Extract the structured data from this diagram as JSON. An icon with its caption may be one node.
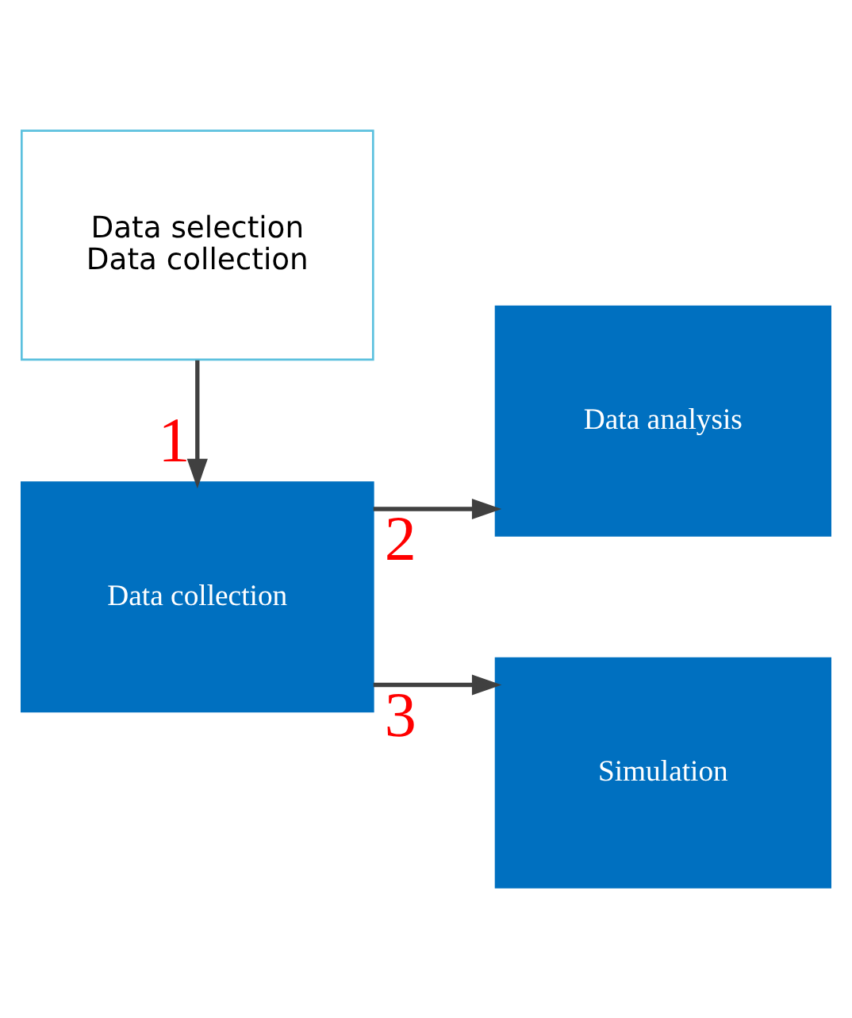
{
  "diagram": {
    "nodes": [
      {
        "text": [
          "Data collection"
        ]
      },
      {
        "text": [
          "Data analysis"
        ]
      },
      {
        "text": [
          "Simulation"
        ]
      },
      {
        "text": [
          "Data selection",
          "Data collection"
        ]
      }
    ],
    "edges": [
      {
        "from": 3,
        "to": 0,
        "arrow": "to",
        "label": "1"
      },
      {
        "from": 0,
        "to": 1,
        "arrow": "to",
        "label": "2"
      },
      {
        "from": 0,
        "to": 2,
        "arrow": "to",
        "label": "3"
      }
    ]
  }
}
